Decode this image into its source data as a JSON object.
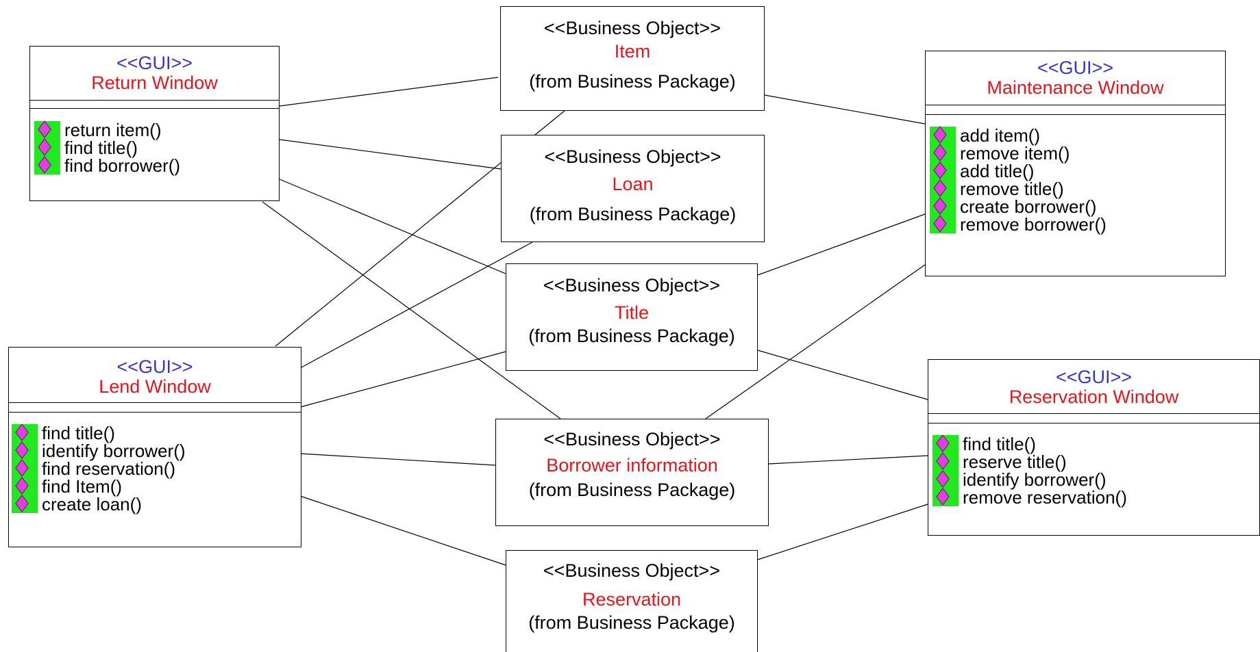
{
  "gui_windows": {
    "return": {
      "stereotype": "<<GUI>>",
      "name": "Return Window",
      "operations": [
        "return item()",
        "find title()",
        " find borrower()"
      ]
    },
    "maintenance": {
      "stereotype": "<<GUI>>",
      "name": "Maintenance Window",
      "operations": [
        "add item()",
        "remove item()",
        "add title()",
        "remove title()",
        " create borrower()",
        " remove borrower()"
      ]
    },
    "lend": {
      "stereotype": "<<GUI>>",
      "name": "Lend Window",
      "operations": [
        "find title()",
        " identify borrower()",
        " find reservation()",
        "find Item()",
        " create loan()"
      ]
    },
    "reservation": {
      "stereotype": "<<GUI>>",
      "name": "Reservation Window",
      "operations": [
        "find title()",
        " reserve title()",
        " identify borrower()",
        " remove reservation()"
      ]
    }
  },
  "business_objects": {
    "item": {
      "stereotype": "<<Business Object>>",
      "name": "Item",
      "package": "(from Business Package)"
    },
    "loan": {
      "stereotype": "<<Business Object>>",
      "name": "Loan",
      "package": "(from Business Package)"
    },
    "title": {
      "stereotype": "<<Business Object>>",
      "name": "Title",
      "package": "(from Business Package)"
    },
    "borrower": {
      "stereotype": "<<Business Object>>",
      "name": "Borrower information",
      "package": "(from Business Package)"
    },
    "reservation": {
      "stereotype": "<<Business Object>>",
      "name": "Reservation",
      "package": "(from Business Package)"
    }
  },
  "associations": [
    [
      "return-window",
      "item"
    ],
    [
      "return-window",
      "loan"
    ],
    [
      "return-window",
      "title"
    ],
    [
      "return-window",
      "borrower-information"
    ],
    [
      "lend-window",
      "item"
    ],
    [
      "lend-window",
      "loan"
    ],
    [
      "lend-window",
      "title"
    ],
    [
      "lend-window",
      "borrower-information"
    ],
    [
      "lend-window",
      "reservation"
    ],
    [
      "maintenance-window",
      "item"
    ],
    [
      "maintenance-window",
      "title"
    ],
    [
      "maintenance-window",
      "borrower-information"
    ],
    [
      "reservation-window",
      "title"
    ],
    [
      "reservation-window",
      "borrower-information"
    ],
    [
      "reservation-window",
      "reservation"
    ]
  ],
  "colors": {
    "gui_stereotype": "#3434d8",
    "class_name": "#e8141a",
    "operation_icon_bg": "#21e81f",
    "operation_icon_gem": "#e23fe0"
  },
  "icons": {
    "operation": "public-operation-icon"
  }
}
